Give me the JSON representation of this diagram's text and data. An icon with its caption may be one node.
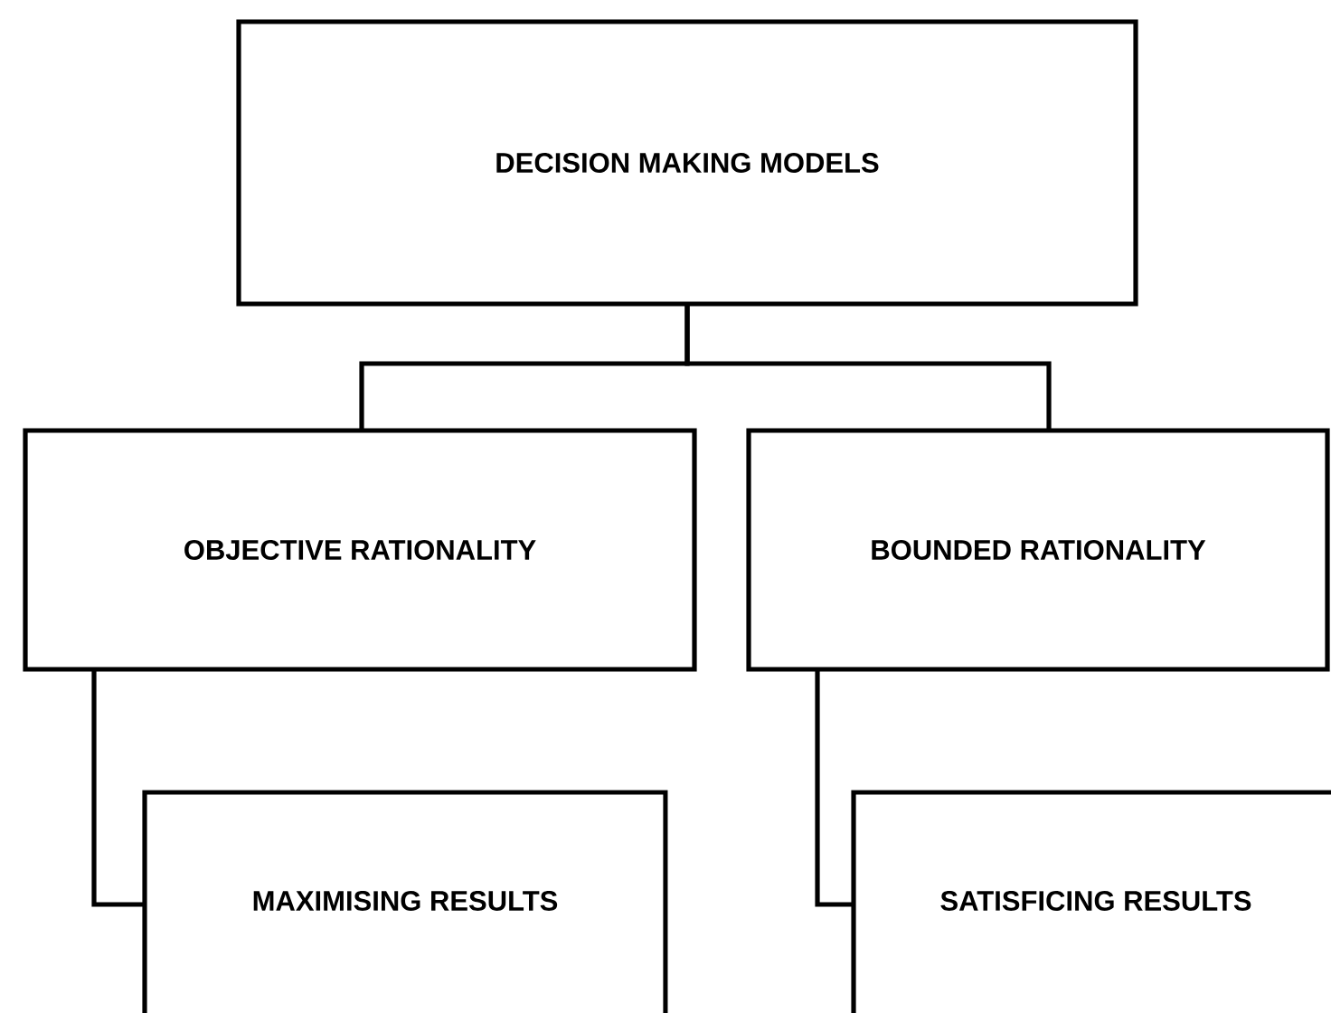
{
  "diagram": {
    "nodes": [
      {
        "text": [
          "DECISION MAKING MODELS"
        ]
      },
      {
        "text": [
          "OBJECTIVE RATIONALITY"
        ]
      },
      {
        "text": [
          "BOUNDED RATIONALITY"
        ]
      },
      {
        "text": [
          "MAXIMISING RESULTS"
        ]
      },
      {
        "text": [
          "SATISFICING RESULTS"
        ]
      }
    ],
    "edges": [
      {
        "from": 0,
        "to": 1,
        "arrow": "none"
      },
      {
        "from": 0,
        "to": 2,
        "arrow": "none"
      },
      {
        "from": 1,
        "to": 3,
        "arrow": "none"
      },
      {
        "from": 2,
        "to": 4,
        "arrow": "none"
      }
    ]
  }
}
